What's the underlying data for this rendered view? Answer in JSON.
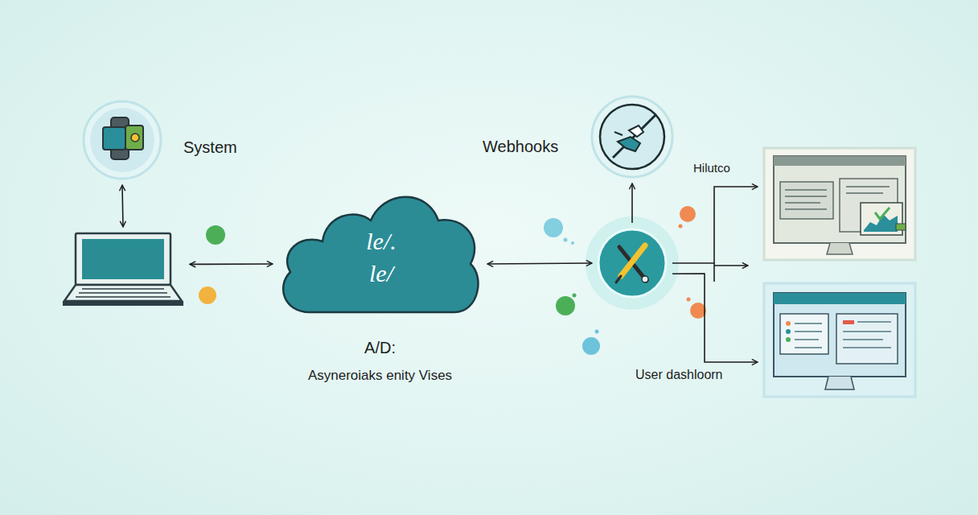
{
  "diagram": {
    "nodes": [
      {
        "text": [
          "System"
        ]
      },
      {
        "text": [
          "Webhooks"
        ]
      },
      {
        "text": [
          "Hilutco"
        ]
      },
      {
        "text": []
      },
      {
        "text": [
          "le/. le/",
          "A/D:",
          "Asyneroiaks enity Vises"
        ]
      },
      {
        "text": []
      },
      {
        "text": [
          "User dashloorn"
        ]
      }
    ],
    "edges": [
      {
        "from": 0,
        "to": 3,
        "arrow": "both"
      },
      {
        "from": 3,
        "to": 4,
        "arrow": "both"
      },
      {
        "from": 4,
        "to": 5,
        "arrow": "both"
      },
      {
        "from": 5,
        "to": 1,
        "arrow": "to"
      },
      {
        "from": 5,
        "to": 2,
        "arrow": "to"
      },
      {
        "from": 5,
        "to": 6,
        "arrow": "to"
      }
    ]
  }
}
